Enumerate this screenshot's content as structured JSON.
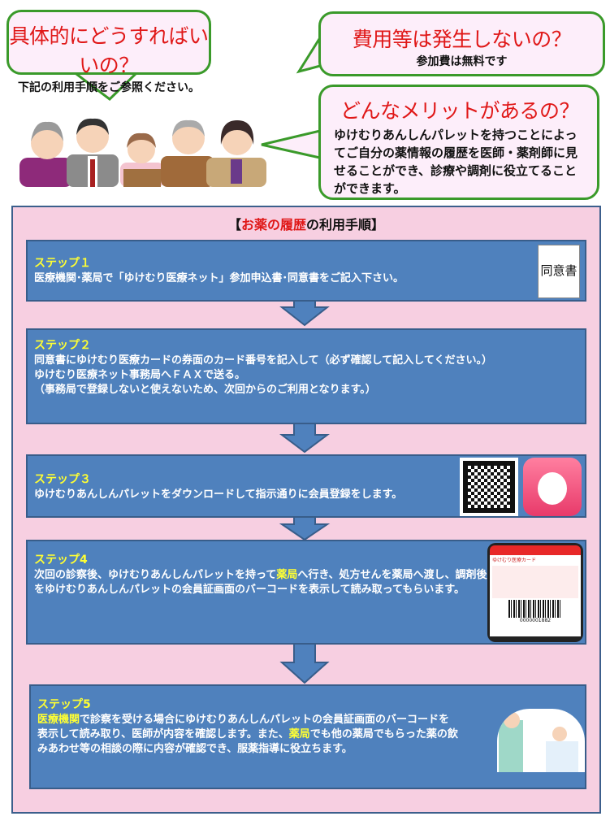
{
  "bubbles": [
    {
      "question": "具体的にどうすればいいの？",
      "answer": "下記の利用手順をご参照ください。"
    },
    {
      "question": "費用等は発生しないの？",
      "answer": "参加費は無料です"
    },
    {
      "question": "どんなメリットがあるの？",
      "answer": "ゆけむりあんしんパレットを持つことによってご自分の薬情報の履歴を医師・薬剤師に見せることができ、診療や調剤に役立てることができます。"
    }
  ],
  "panel": {
    "title_open": "【",
    "title_highlight": "お薬の履歴",
    "title_rest": "の利用手順】"
  },
  "steps": [
    {
      "label": "ステップ１",
      "lines": [
        "医療機関･薬局で「ゆけむり医療ネット」参加申込書･同意書をご記入下さい。"
      ],
      "doc_label": "同意書"
    },
    {
      "label": "ステップ２",
      "lines": [
        "同意書にゆけむり医療カードの券面のカード番号を記入して（必ず確認して記入してください。）",
        "ゆけむり医療ネット事務局へＦＡＸで送る。",
        "（事務局で登録しないと使えないため、次回からのご利用となります。）"
      ]
    },
    {
      "label": "ステップ３",
      "lines": [
        "ゆけむりあんしんパレットをダウンロードして指示通りに会員登録をします。"
      ]
    },
    {
      "label": "ステップ4",
      "pre": "次回の診察後、ゆけむりあんしんパレットを持って",
      "hl": "薬局",
      "post": "へ行き、処方せんを薬局へ渡し、調剤後をゆけむりあんしんパレットの会員証画面のバーコードを表示して読み取ってもらいます。",
      "phone_card_title": "ゆけむり医療カード",
      "barcode_number": "0000001882"
    },
    {
      "label": "ステップ5",
      "hl1": "医療機関",
      "mid1": "で診察を受ける場合にゆけむりあんしんパレットの会員証画面のバーコードを表示して読み取り、医師が内容を確認します。また、",
      "hl2": "薬局",
      "post": "でも他の薬局でもらった薬の飲みあわせ等の相談の際に内容が確認でき、服薬指導に役立ちます。"
    }
  ],
  "colors": {
    "step_bg": "#4f81bd",
    "panel_bg": "#f7cfe1",
    "question": "#e01818",
    "highlight": "#ffff33",
    "bubble_border": "#3a9a2a"
  }
}
